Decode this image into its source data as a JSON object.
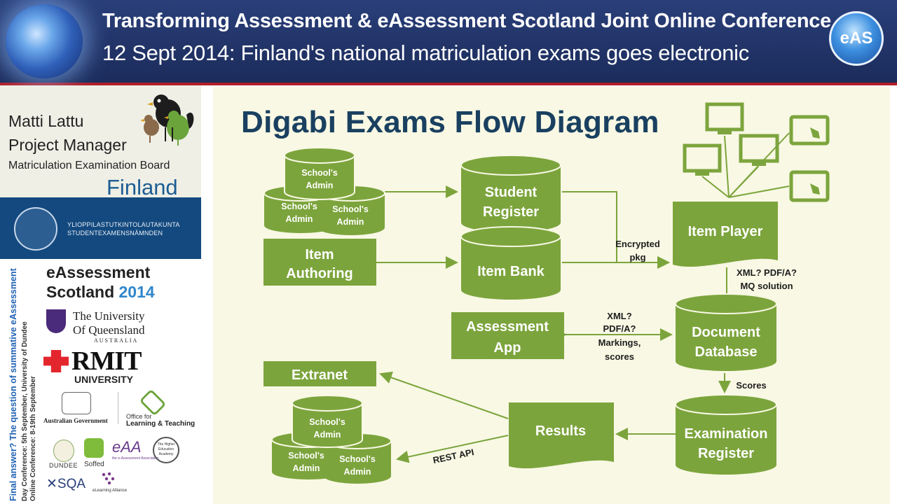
{
  "header": {
    "title_line1": "Transforming Assessment & eAssessment Scotland Joint Online Conference",
    "title_line2": "12 Sept 2014: Finland's national matriculation exams goes electronic",
    "logo_text": "eAS"
  },
  "speaker": {
    "name": "Matti Lattu",
    "role": "Project Manager",
    "organization": "Matriculation Examination Board",
    "country": "Finland",
    "board_line1": "YLIOPPILASTUTKINTOLAUTAKUNTA",
    "board_line2": "STUDENTEXAMENSNÄMNDEN"
  },
  "sponsors": {
    "vertical_line1": "Final answer? The question of summative eAssessment",
    "vertical_line2": "Day Conference: 5th September, University of Dundee",
    "vertical_line3": "Online Conference: 8-19th September",
    "event_line1": "eAssessment",
    "event_line2": "Scotland",
    "event_year": "2014",
    "uq_line1": "The University",
    "uq_line2": "Of Queensland",
    "uq_line3": "AUSTRALIA",
    "rmit_line1": "RMIT",
    "rmit_line2": "UNIVERSITY",
    "ag": "Australian Government",
    "olt_line1": "Office for",
    "olt_line2": "Learning & Teaching",
    "dundee": "DUNDEE",
    "soffed": "Soffed",
    "eaa": "eAA",
    "eaa_sub": "the e-Assessment Association",
    "hea": "The Higher Education Academy",
    "sqa": "SQA",
    "ela": "eLearning Alliance"
  },
  "diagram": {
    "title": "Digabi Exams Flow Diagram",
    "nodes": {
      "school_admin_top_1": "School's",
      "school_admin_top_2": "Admin",
      "school_admin_left_1": "School's",
      "school_admin_left_2": "Admin",
      "school_admin_right_1": "School's",
      "school_admin_right_2": "Admin",
      "item_authoring_1": "Item",
      "item_authoring_2": "Authoring",
      "student_register_1": "Student",
      "student_register_2": "Register",
      "item_bank": "Item Bank",
      "item_player": "Item Player",
      "assessment_app_1": "Assessment",
      "assessment_app_2": "App",
      "document_database_1": "Document",
      "document_database_2": "Database",
      "extranet": "Extranet",
      "results": "Results",
      "examination_register_1": "Examination",
      "examination_register_2": "Register",
      "school_admin_b_top_1": "School's",
      "school_admin_b_top_2": "Admin",
      "school_admin_b_left_1": "School's",
      "school_admin_b_left_2": "Admin",
      "school_admin_b_right_1": "School's",
      "school_admin_b_right_2": "Admin"
    },
    "edge_labels": {
      "encrypted_1": "Encrypted",
      "encrypted_2": "pkg",
      "xml_pdf_mq_1": "XML? PDF/A?",
      "xml_pdf_mq_2": "MQ solution",
      "assess_1": "XML?",
      "assess_2": "PDF/A?",
      "assess_3": "Markings,",
      "assess_4": "scores",
      "scores": "Scores",
      "rest_api": "REST API"
    },
    "colors": {
      "node_fill": "#7ca43c",
      "node_edge": "#6a922e",
      "arrow": "#7ca43c",
      "title": "#1a4060",
      "background": "#f8f8e4"
    },
    "icons": [
      "monitor-icon",
      "monitor-icon",
      "monitor-icon",
      "tablet-touch-icon",
      "tablet-touch-icon"
    ]
  }
}
